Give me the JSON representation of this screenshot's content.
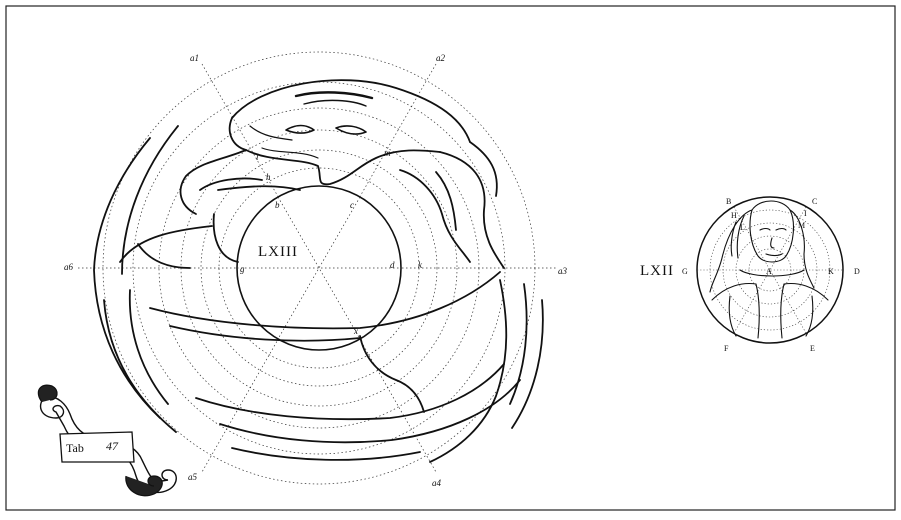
{
  "figure_large": {
    "title": "LXIII",
    "axis_labels": [
      "a1",
      "a2",
      "a3",
      "a4",
      "a5",
      "a6"
    ],
    "point_labels": [
      "b",
      "c",
      "d",
      "g",
      "h",
      "k",
      "l",
      "m",
      "x"
    ]
  },
  "figure_small": {
    "title": "LXII",
    "point_labels": [
      "A",
      "B",
      "C",
      "D",
      "E",
      "F",
      "G",
      "H",
      "I",
      "K",
      "L",
      "M"
    ]
  },
  "banner": {
    "text": "Tab",
    "number": "47"
  }
}
